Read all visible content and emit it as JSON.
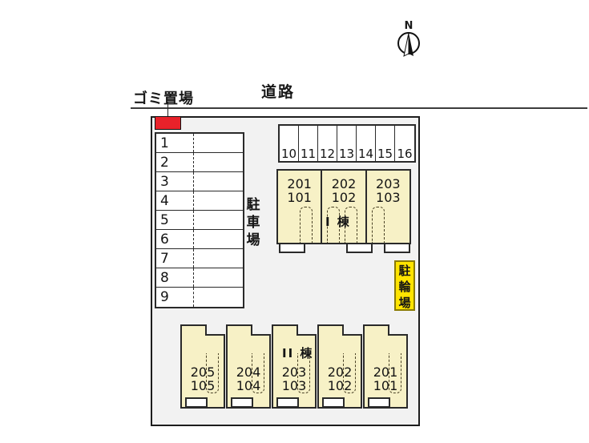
{
  "meta": {
    "title": "敷地配置図",
    "doc_type": "apartment-site-plan"
  },
  "compass": {
    "north_label": "N",
    "icon": "compass-north-icon"
  },
  "road": {
    "label": "道路"
  },
  "garbage": {
    "label": "ゴミ置場",
    "color": "#e8222a"
  },
  "parking": {
    "label": "駐車場",
    "left_lot": {
      "stalls": [
        "1",
        "2",
        "3",
        "4",
        "5",
        "6",
        "7",
        "8",
        "9"
      ]
    },
    "top_lot": {
      "stalls": [
        "10",
        "11",
        "12",
        "13",
        "14",
        "15",
        "16"
      ]
    }
  },
  "bicycle_parking": {
    "label": "駐輪場",
    "chars": [
      "駐",
      "輪",
      "場"
    ],
    "bg_color": "#ffe400"
  },
  "buildings": [
    {
      "id": "building-1",
      "label": "I 棟",
      "fill_color": "#f7f1c6",
      "units": [
        {
          "upper": "201",
          "lower": "101"
        },
        {
          "upper": "202",
          "lower": "102"
        },
        {
          "upper": "203",
          "lower": "103"
        }
      ]
    },
    {
      "id": "building-2",
      "label": "II 棟",
      "fill_color": "#f7f1c6",
      "units": [
        {
          "upper": "205",
          "lower": "105"
        },
        {
          "upper": "204",
          "lower": "104"
        },
        {
          "upper": "203",
          "lower": "103"
        },
        {
          "upper": "202",
          "lower": "102"
        },
        {
          "upper": "201",
          "lower": "101"
        }
      ]
    }
  ],
  "site": {
    "fill_color": "#f2f2f2",
    "border_color": "#1d1d1d"
  }
}
